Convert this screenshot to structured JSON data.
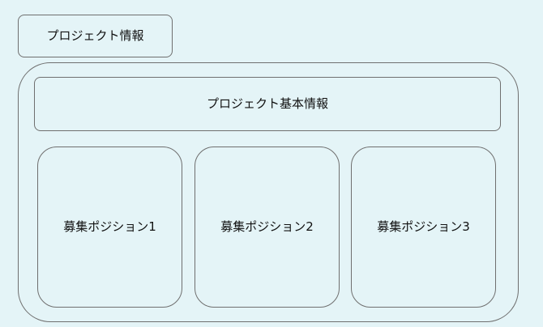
{
  "tab": {
    "label": "プロジェクト情報"
  },
  "basic_info": {
    "label": "プロジェクト基本情報"
  },
  "positions": [
    {
      "label": "募集ポジション1"
    },
    {
      "label": "募集ポジション2"
    },
    {
      "label": "募集ポジション3"
    }
  ]
}
